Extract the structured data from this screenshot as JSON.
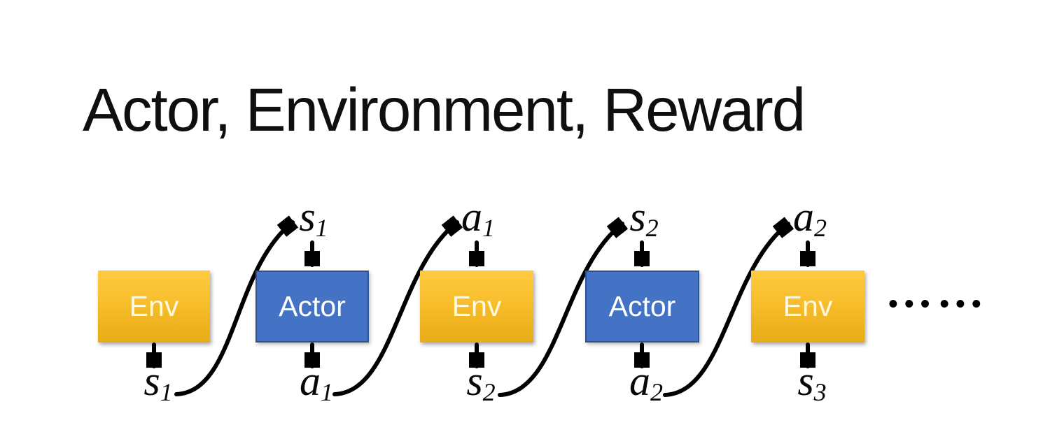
{
  "slide": {
    "title": "Actor, Environment, Reward",
    "ellipsis": "••• •••",
    "colors": {
      "env_fill_top": "#FFCB42",
      "env_fill_bottom": "#E9AB17",
      "env_text": "#FFF9E0",
      "actor_fill": "#4472C4",
      "actor_border": "#2F528F",
      "actor_text": "#FFFFFF",
      "arrow": "#000000",
      "title_text": "#0F0F0F",
      "background": "#FFFFFF"
    },
    "sequence": [
      {
        "type": "env",
        "label": "Env",
        "bottom_label": {
          "letter": "s",
          "sub": "1"
        }
      },
      {
        "type": "actor",
        "label": "Actor",
        "top_label": {
          "letter": "s",
          "sub": "1"
        },
        "bottom_label": {
          "letter": "a",
          "sub": "1"
        }
      },
      {
        "type": "env",
        "label": "Env",
        "top_label": {
          "letter": "a",
          "sub": "1"
        },
        "bottom_label": {
          "letter": "s",
          "sub": "2"
        }
      },
      {
        "type": "actor",
        "label": "Actor",
        "top_label": {
          "letter": "s",
          "sub": "2"
        },
        "bottom_label": {
          "letter": "a",
          "sub": "2"
        }
      },
      {
        "type": "env",
        "label": "Env",
        "top_label": {
          "letter": "a",
          "sub": "2"
        },
        "bottom_label": {
          "letter": "s",
          "sub": "3"
        }
      }
    ]
  }
}
